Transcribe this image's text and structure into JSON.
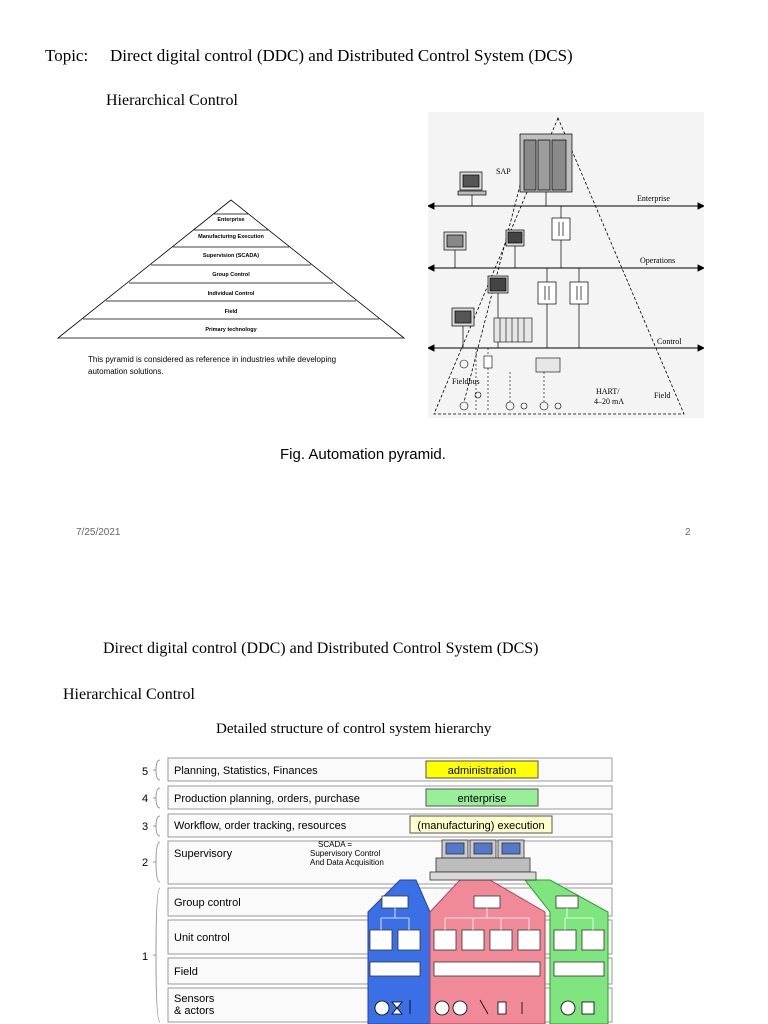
{
  "slide1": {
    "topic_label": "Topic:",
    "topic_title": "Direct digital control (DDC) and Distributed Control System (DCS)",
    "subtitle": "Hierarchical Control",
    "pyramid": {
      "levels": [
        "Enterprise",
        "Manufacturing Execution",
        "Supervision (SCADA)",
        "Group Control",
        "Individual Control",
        "Field",
        "Primary technology"
      ],
      "note_line1": "This pyramid is considered as reference in industries while developing",
      "note_line2": "automation solutions."
    },
    "network": {
      "sap": "SAP",
      "enterprise": "Enterprise",
      "operations": "Operations",
      "control": "Control",
      "field": "Field",
      "fieldbus": "Fieldbus",
      "hart_line1": "HART/",
      "hart_line2": "4–20 mA"
    },
    "caption": "Fig. Automation pyramid.",
    "date": "7/25/2021",
    "page_number": "2"
  },
  "slide2": {
    "title": "Direct digital control (DDC) and Distributed Control System (DCS)",
    "subtitle": "Hierarchical Control",
    "heading": "Detailed structure of control system hierarchy",
    "rows": [
      {
        "num": "5",
        "label": "Planning, Statistics, Finances",
        "tag": "administration"
      },
      {
        "num": "4",
        "label": "Production planning, orders, purchase",
        "tag": "enterprise"
      },
      {
        "num": "3",
        "label": "Workflow, order tracking, resources",
        "tag": "(manufacturing) execution"
      },
      {
        "num": "2",
        "label": "Supervisory"
      },
      {
        "num": "1",
        "label": "Group control"
      },
      {
        "label": "Unit control"
      },
      {
        "label": "Field"
      },
      {
        "label_line1": "Sensors",
        "label_line2": "& actors"
      }
    ],
    "scada_line1": "SCADA =",
    "scada_line2": "Supervisory Control",
    "scada_line3": "And Data Acquisition",
    "colors": {
      "administration": "#ffff00",
      "enterprise": "#99ee99",
      "execution": "#ffffcc",
      "blue": "#3b6fe6",
      "pink": "#f08a99",
      "green": "#7fe57f"
    }
  }
}
